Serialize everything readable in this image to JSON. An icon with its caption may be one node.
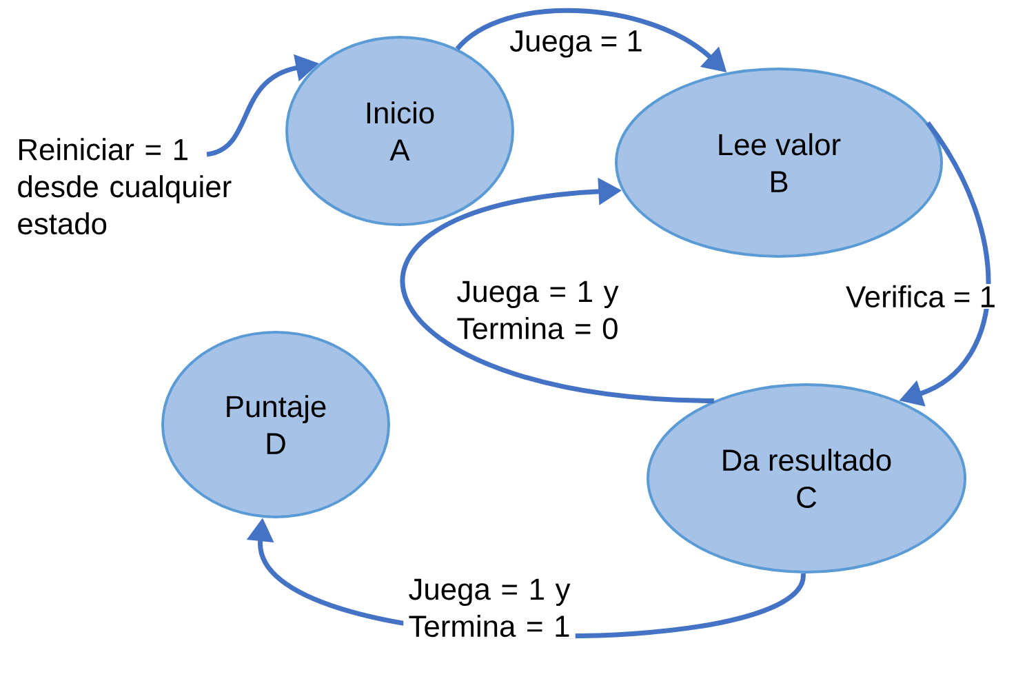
{
  "diagram": {
    "nodes": [
      {
        "text": [
          "Inicio",
          "A"
        ]
      },
      {
        "text": [
          "Lee valor",
          "B"
        ]
      },
      {
        "text": [
          "Da resultado",
          "C"
        ]
      },
      {
        "text": [
          "Puntaje",
          "D"
        ]
      }
    ],
    "edges": [
      {
        "from": null,
        "to": 0,
        "arrow": "to",
        "label": "Reiniciar = 1 desde cualquier estado"
      },
      {
        "from": 0,
        "to": 1,
        "arrow": "to",
        "label": "Juega = 1"
      },
      {
        "from": 1,
        "to": 2,
        "arrow": "to",
        "label": "Verifica = 1"
      },
      {
        "from": 2,
        "to": 1,
        "arrow": "to",
        "label": "Juega = 1 y Termina = 0"
      },
      {
        "from": 2,
        "to": 3,
        "arrow": "to",
        "label": "Juega = 1 y Termina = 1"
      }
    ]
  }
}
